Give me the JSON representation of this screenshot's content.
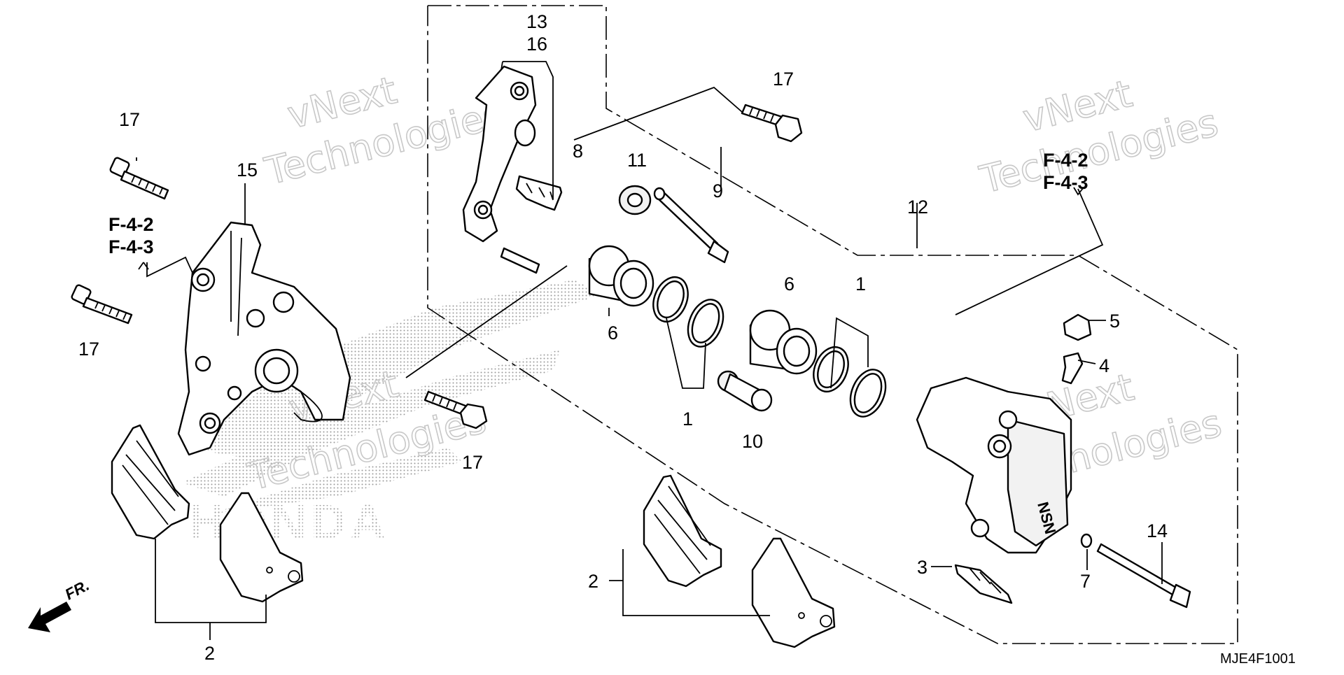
{
  "watermark": {
    "line1": "vNext",
    "line2": "Technologies"
  },
  "references": {
    "left": [
      "F-4-2",
      "F-4-3"
    ],
    "right": [
      "F-4-2",
      "F-4-3"
    ]
  },
  "callouts": {
    "c13": "13",
    "c16": "16",
    "c17_top_left": "17",
    "c17_left_bottom": "17",
    "c17_top_mid": "17",
    "c17_center": "17",
    "c15": "15",
    "c8": "8",
    "c11": "11",
    "c9": "9",
    "c12": "12",
    "c6_left": "6",
    "c6_right": "6",
    "c1_lower": "1",
    "c1_upper": "1",
    "c10": "10",
    "c5": "5",
    "c4": "4",
    "c3": "3",
    "c7": "7",
    "c14": "14",
    "c2_left": "2",
    "c2_mid": "2"
  },
  "diagram_code": "MJE4F1001",
  "front_arrow": "FR.",
  "background_logo": "HONDA"
}
